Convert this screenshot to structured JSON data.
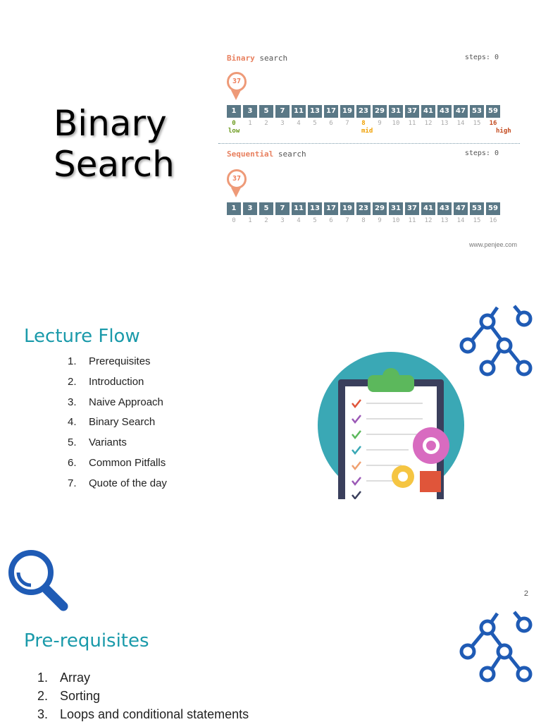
{
  "slide1": {
    "title_lines": [
      "Binary",
      "Search"
    ],
    "binary": {
      "label_accent": "Binary",
      "label_rest": " search",
      "steps": "steps: 0",
      "target": "37",
      "pointers": {
        "low": "low",
        "mid": "mid",
        "high": "high"
      }
    },
    "sequential": {
      "label_accent": "Sequential",
      "label_rest": " search",
      "steps": "steps: 0",
      "target": "37"
    },
    "array": [
      "1",
      "3",
      "5",
      "7",
      "11",
      "13",
      "17",
      "19",
      "23",
      "29",
      "31",
      "37",
      "41",
      "43",
      "47",
      "53",
      "59"
    ],
    "indices": [
      "0",
      "1",
      "2",
      "3",
      "4",
      "5",
      "6",
      "7",
      "8",
      "9",
      "10",
      "11",
      "12",
      "13",
      "14",
      "15",
      "16"
    ],
    "credit": "www.penjee.com"
  },
  "slide2": {
    "title": "Lecture Flow",
    "items": [
      {
        "num": "1.",
        "text": "Prerequisites"
      },
      {
        "num": "2.",
        "text": "Introduction"
      },
      {
        "num": "3.",
        "text": "Naive Approach"
      },
      {
        "num": "4.",
        "text": "Binary Search"
      },
      {
        "num": "5.",
        "text": "Variants"
      },
      {
        "num": "6.",
        "text": "Common Pitfalls"
      },
      {
        "num": "7.",
        "text": "Quote of the day"
      }
    ],
    "page_number": "2"
  },
  "slide3": {
    "title": "Pre-requisites",
    "items": [
      {
        "num": "1.",
        "text": "Array"
      },
      {
        "num": "2.",
        "text": "Sorting"
      },
      {
        "num": "3.",
        "text": "Loops and conditional statements"
      }
    ]
  },
  "colors": {
    "heading": "#1a9aaa",
    "icon_blue": "#1f5bb5",
    "cell": "#5a7886",
    "accent": "#e8805f"
  },
  "icons": [
    "tree-graph-icon",
    "clipboard-checklist-icon",
    "magnifier-icon"
  ]
}
